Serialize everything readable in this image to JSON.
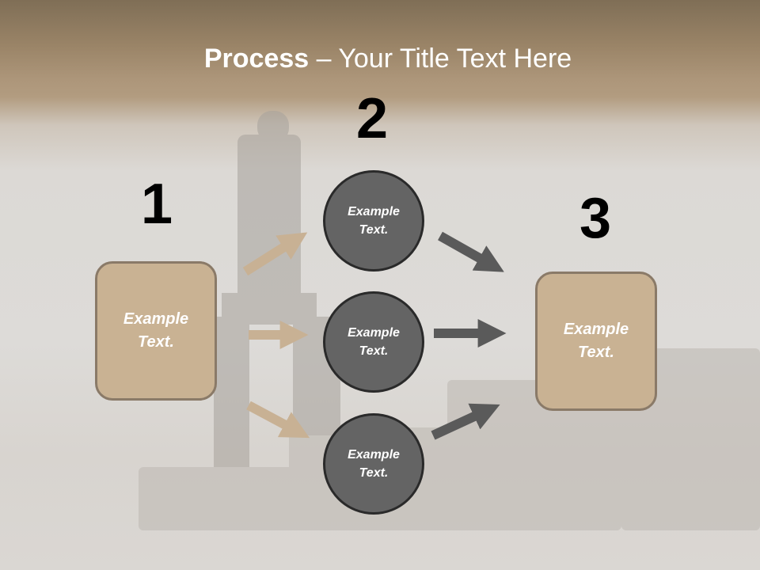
{
  "slide": {
    "title_bold": "Process",
    "title_rest": " – Your Title Text Here",
    "colors": {
      "header_top": "#7f6e56",
      "header_bottom": "#b29c80",
      "box_fill": "#c9b293",
      "box_border": "#8a7a68",
      "circle_fill": "#646464",
      "circle_border": "#2a2a2a",
      "tan_arrow": "#c8b194",
      "gray_arrow": "#5a5a5a"
    }
  },
  "steps": [
    {
      "number": "1",
      "box_text": "Example Text."
    },
    {
      "number": "2",
      "circles": [
        "Example Text.",
        "Example Text.",
        "Example Text."
      ]
    },
    {
      "number": "3",
      "box_text": "Example Text."
    }
  ]
}
